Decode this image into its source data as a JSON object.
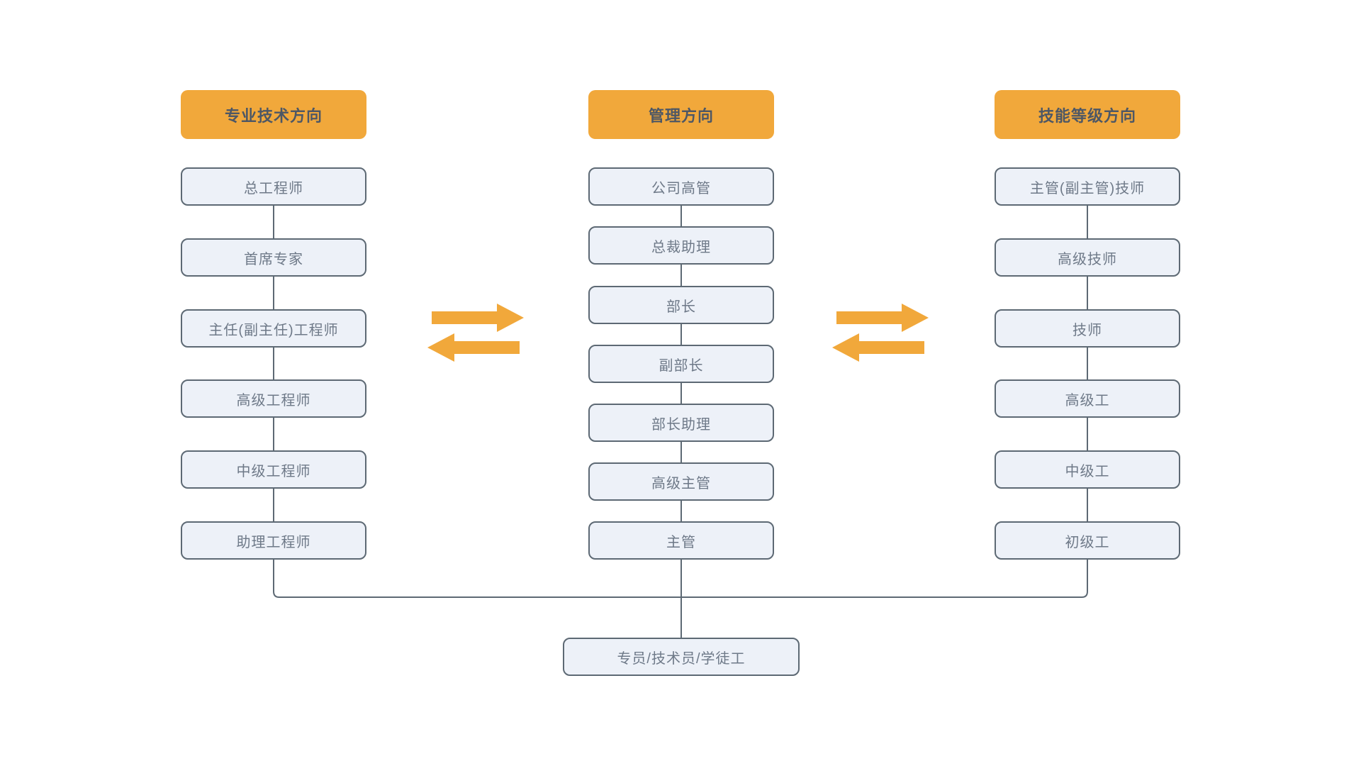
{
  "diagram": {
    "columns": [
      {
        "header": "专业技术方向",
        "items": [
          "总工程师",
          "首席专家",
          "主任(副主任)工程师",
          "高级工程师",
          "中级工程师",
          "助理工程师"
        ]
      },
      {
        "header": "管理方向",
        "items": [
          "公司高管",
          "总裁助理",
          "部长",
          "副部长",
          "部长助理",
          "高级主管",
          "主管"
        ]
      },
      {
        "header": "技能等级方向",
        "items": [
          "主管(副主管)技师",
          "高级技师",
          "技师",
          "高级工",
          "中级工",
          "初级工"
        ]
      }
    ],
    "base_node": "专员/技术员/学徒工",
    "arrows": [
      {
        "between": "专业技术方向-管理方向",
        "direction": "bidirectional"
      },
      {
        "between": "管理方向-技能等级方向",
        "direction": "bidirectional"
      }
    ],
    "colors": {
      "header_bg": "#F1A83B",
      "header_text": "#4D5765",
      "node_bg": "#EDF1F8",
      "node_border": "#5D6974",
      "node_text": "#6E7988",
      "connector": "#5D6974",
      "arrow": "#F1A83B",
      "background": "#FFFFFF"
    }
  }
}
